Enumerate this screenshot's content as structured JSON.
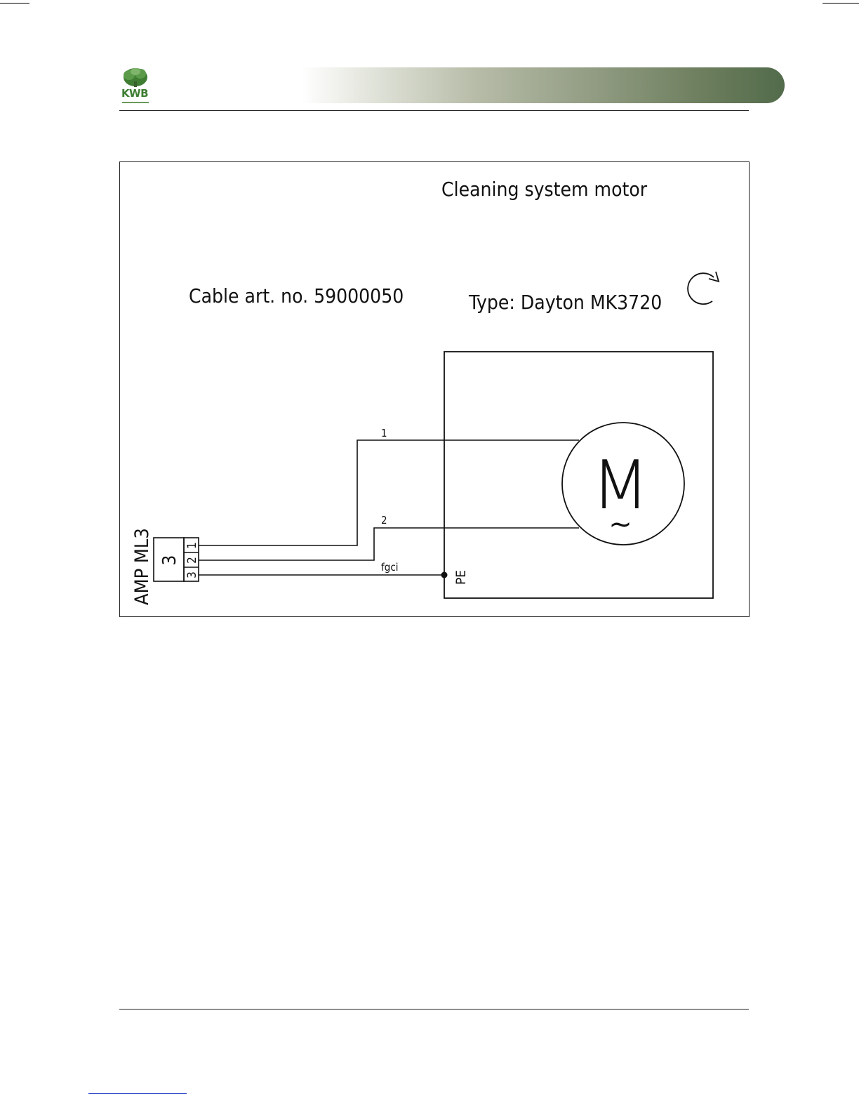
{
  "header": {
    "logo_text": "KWB",
    "logo_icon": "tree-icon",
    "banner_gradient": [
      "#ffffff",
      "#526b4b"
    ]
  },
  "diagram": {
    "title": "Cleaning system motor",
    "cable_label": "Cable art. no. 59000050",
    "type_label": "Type: Dayton MK3720",
    "rotation_icon": "clockwise-rotation-icon",
    "connector_label": "AMP ML3",
    "connector_count": "3",
    "pins": [
      "1",
      "2",
      "3"
    ],
    "wires": [
      {
        "label": "1"
      },
      {
        "label": "2"
      },
      {
        "label": "fgci"
      }
    ],
    "pe_label": "PE",
    "motor_letter": "M",
    "motor_symbol": "~"
  }
}
